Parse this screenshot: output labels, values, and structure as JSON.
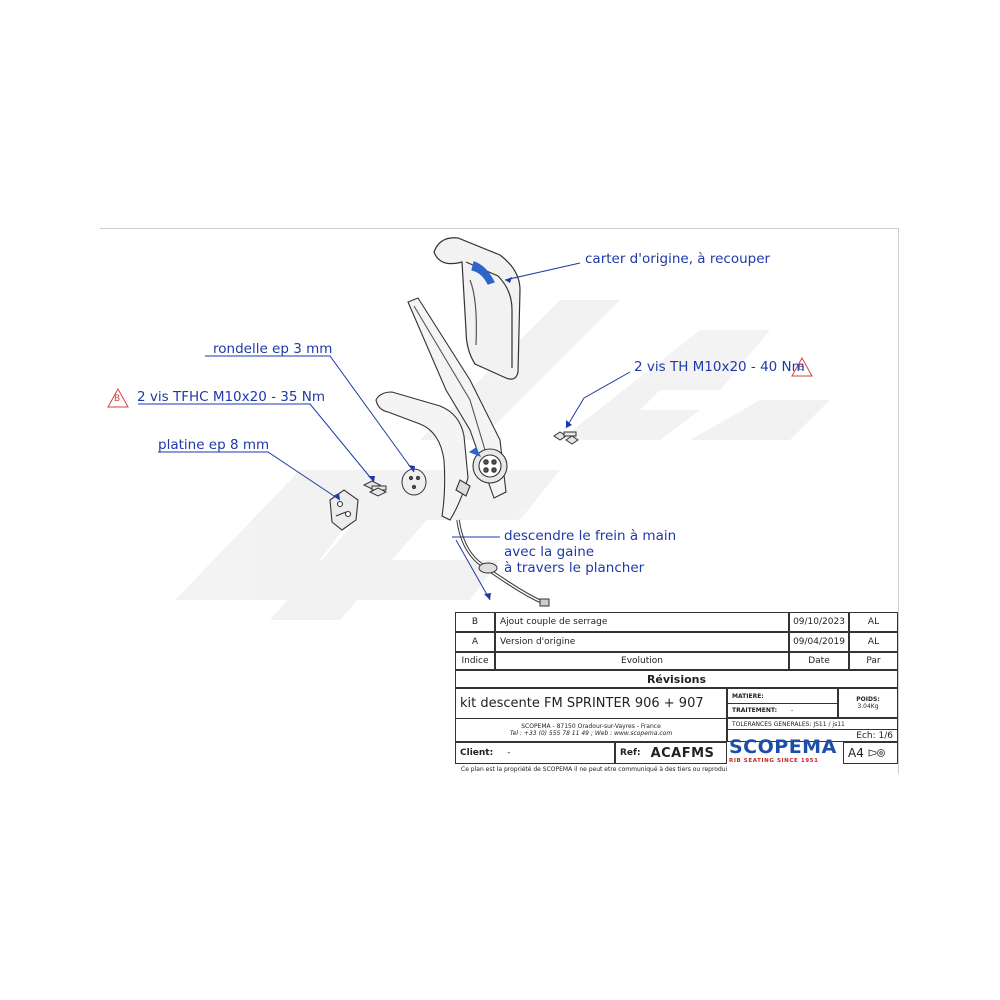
{
  "callouts": {
    "carter": "carter d'origine, à recouper",
    "vis_th": "2 vis TH M10x20 - 40 Nm",
    "rondelle": "rondelle ep 3 mm",
    "vis_tfhc": "2 vis TFHC M10x20 - 35 Nm",
    "platine": "platine ep 8 mm",
    "frein_1": "descendre le frein à main",
    "frein_2": "avec la gaine",
    "frein_3": "à travers le plancher",
    "warn_letter": "B"
  },
  "watermark": "RIB",
  "revisions": {
    "rows": [
      {
        "indice": "B",
        "evolution": "Ajout couple de serrage",
        "date": "09/10/2023",
        "par": "AL"
      },
      {
        "indice": "A",
        "evolution": "Version d'origine",
        "date": "09/04/2019",
        "par": "AL"
      }
    ],
    "headers": {
      "indice": "Indice",
      "evolution": "Evolution",
      "date": "Date",
      "par": "Par"
    },
    "title": "Révisions"
  },
  "title_block": {
    "designation": "kit descente FM SPRINTER 906 + 907",
    "matiere_label": "MATIERE:",
    "traitement_label": "TRAITEMENT:",
    "traitement_value": "-",
    "poids_label": "POIDS:",
    "poids_value": "3.04Kg",
    "tolerances": "TOLERANCES GENERALES: JS11 / js11",
    "company_line": "SCOPEMA - 87150 Oradour-sur-Vayres - France",
    "contact_line": "Tel : +33 (0) 555 78 11 49 ; Web : www.scopema.com",
    "echelle": "Ech:  1/6",
    "client_label": "Client:",
    "client_value": "-",
    "ref_label": "Ref:",
    "ref_value": "ACAFMS",
    "brand": "SCOPEMA",
    "brand_sub": "RIB SEATING SINCE 1951",
    "format": "A4",
    "property_note": "Ce plan est la propriété de SCOPEMA il ne peut etre communiqué à des tiers ou reproduit"
  },
  "colors": {
    "callout": "#1f3aa8",
    "warning": "#d94040",
    "brand": "#1e4fa8",
    "brand_red": "#c42424"
  }
}
